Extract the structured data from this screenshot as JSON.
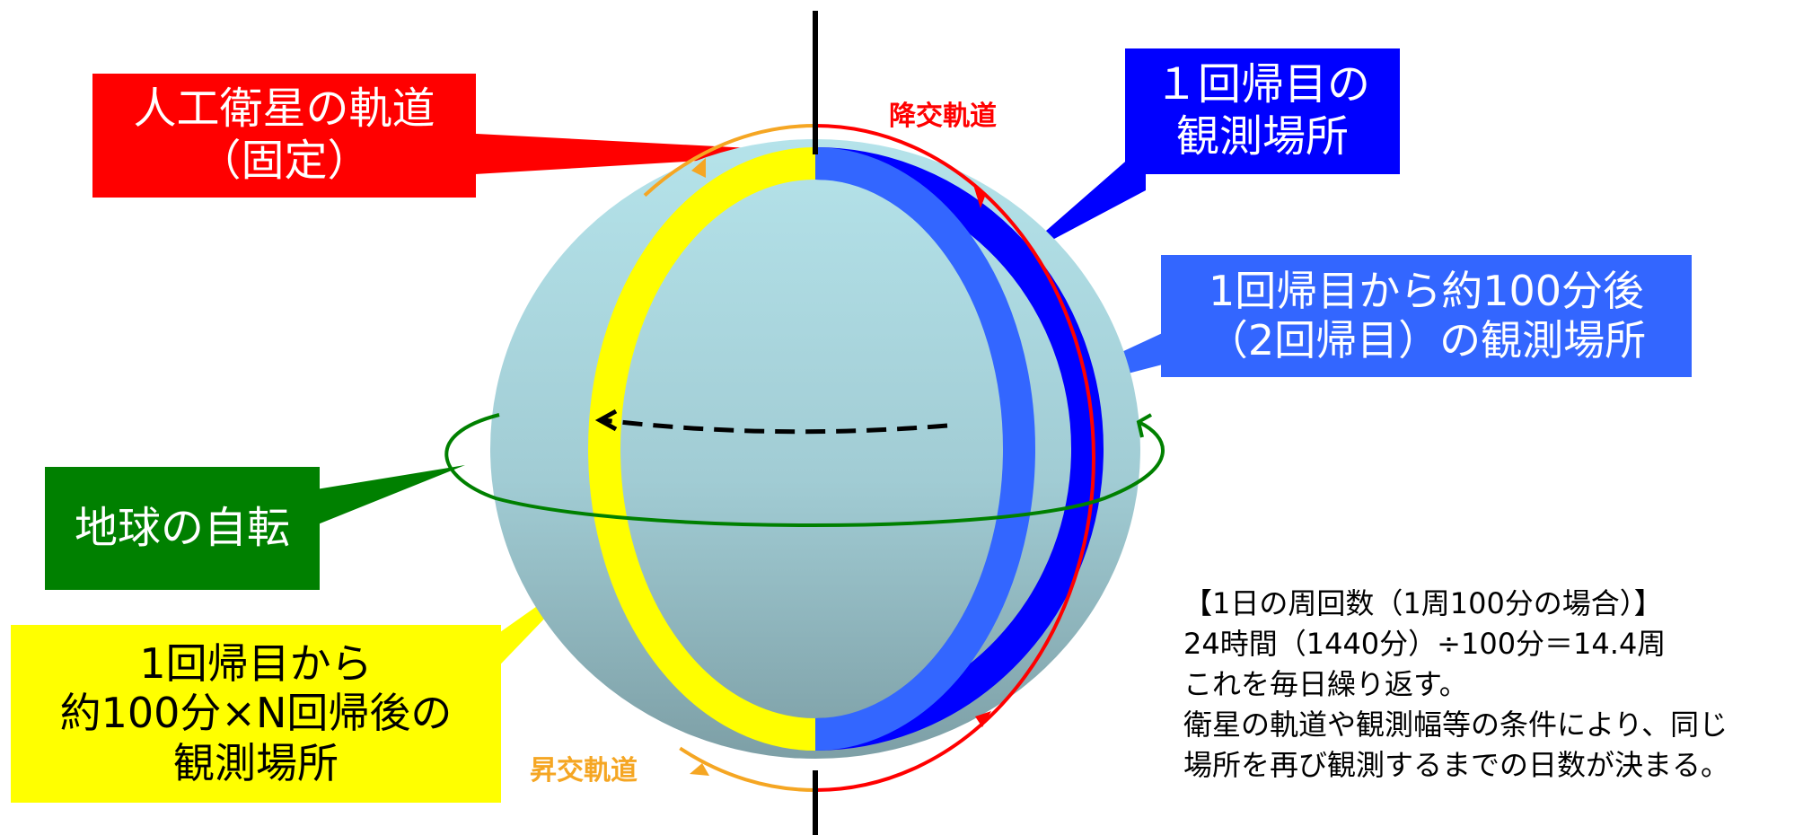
{
  "labels": {
    "satellite_orbit": [
      "人工衛星の軌道",
      "（固定）"
    ],
    "first_observation": [
      "１回帰目の",
      "観測場所"
    ],
    "second_observation": [
      "1回帰目から約100分後",
      "（2回帰目）の観測場所"
    ],
    "earth_rotation": "地球の自転",
    "nth_observation": [
      "1回帰目から",
      "約100分×N回帰後の",
      "観測場所"
    ]
  },
  "orbit_labels": {
    "descending": "降交軌道",
    "ascending": "昇交軌道"
  },
  "info": [
    "【1日の周回数（1周100分の場合）】",
    "24時間（1440分）÷100分＝14.4周",
    "これを毎日繰り返す。",
    "衛星の軌道や観測幅等の条件により、同じ",
    "場所を再び観測するまでの日数が決まる。"
  ],
  "colors": {
    "satellite_orbit": "#ff0000",
    "first_observation": "#0000ff",
    "second_observation": "#3366ff",
    "earth_rotation": "#008000",
    "nth_observation": "#ffff00",
    "ascending_orbit": "#f5a623",
    "earth": "#a8d4dc"
  }
}
